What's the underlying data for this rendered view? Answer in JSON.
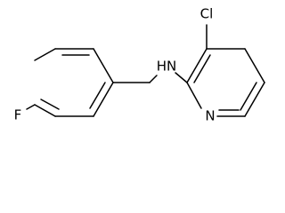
{
  "molecule": {
    "atoms": {
      "chlorine": "Cl",
      "amine": "HN",
      "fluorine": "F",
      "pyridine_nitrogen": "N"
    }
  }
}
